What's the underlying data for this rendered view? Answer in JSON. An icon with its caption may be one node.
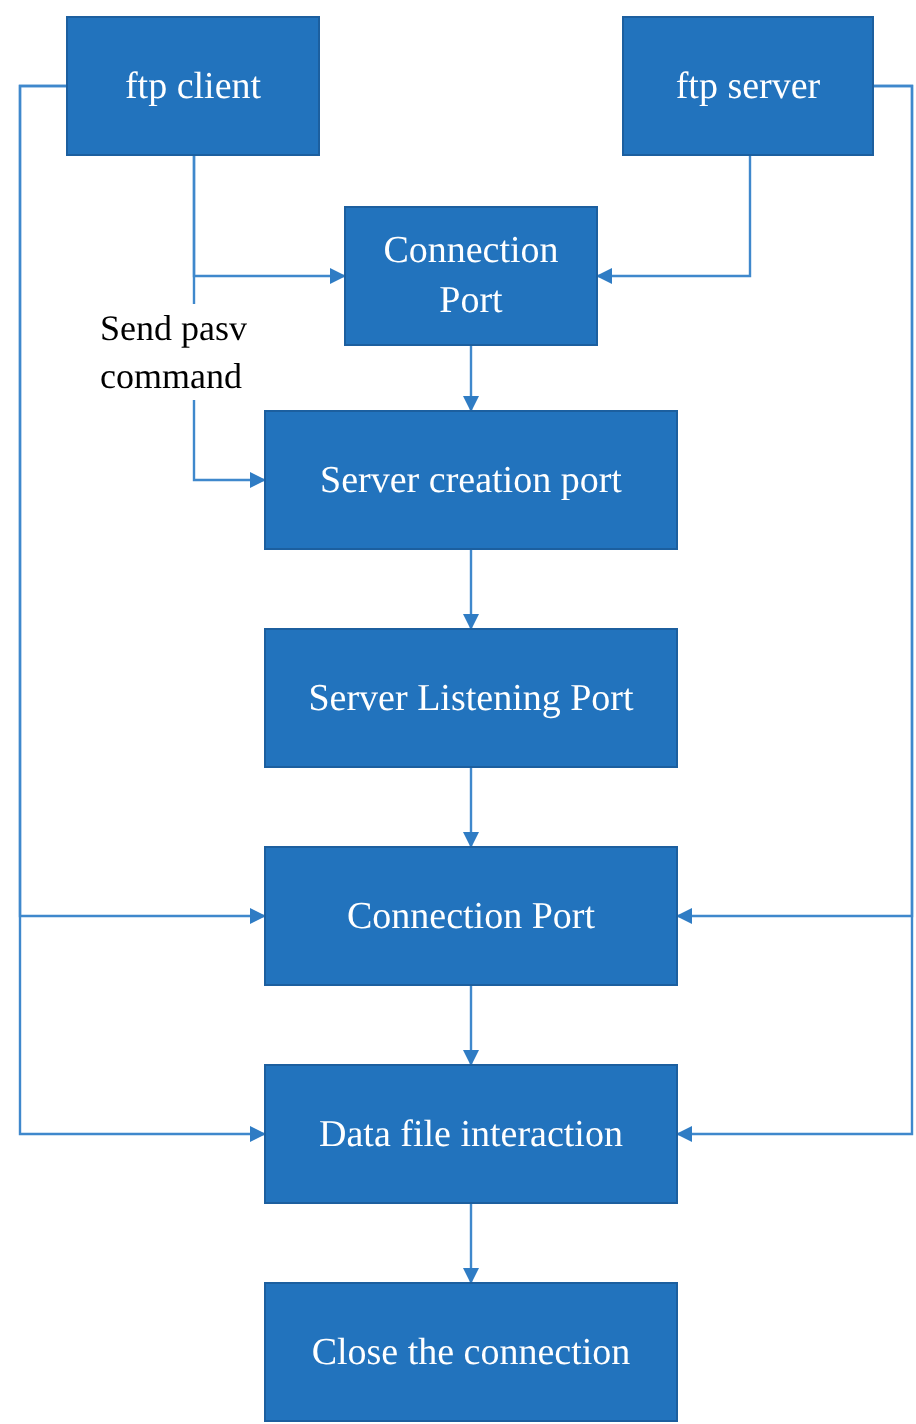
{
  "diagram": {
    "nodes": [
      {
        "text": [
          "ftp client"
        ]
      },
      {
        "text": [
          "ftp server"
        ]
      },
      {
        "text": [
          "Connection Port"
        ]
      },
      {
        "text": [
          "Server creation port"
        ]
      },
      {
        "text": [
          "Server Listening Port"
        ]
      },
      {
        "text": [
          "Connection Port"
        ]
      },
      {
        "text": [
          "Data file interaction"
        ]
      },
      {
        "text": [
          "Close the connection"
        ]
      }
    ],
    "edges": [
      {
        "from": 0,
        "to": 2,
        "arrow": "to"
      },
      {
        "from": 0,
        "to": 3,
        "arrow": "to",
        "label": "Send pasv command"
      },
      {
        "from": 1,
        "to": 2,
        "arrow": "to"
      },
      {
        "from": 2,
        "to": 3,
        "arrow": "to"
      },
      {
        "from": 3,
        "to": 4,
        "arrow": "to"
      },
      {
        "from": 4,
        "to": 5,
        "arrow": "to"
      },
      {
        "from": 5,
        "to": 6,
        "arrow": "to"
      },
      {
        "from": 6,
        "to": 7,
        "arrow": "to"
      },
      {
        "from": 0,
        "to": 5,
        "arrow": "to"
      },
      {
        "from": 0,
        "to": 6,
        "arrow": "to"
      },
      {
        "from": 1,
        "to": 5,
        "arrow": "to"
      },
      {
        "from": 1,
        "to": 6,
        "arrow": "to"
      }
    ]
  }
}
